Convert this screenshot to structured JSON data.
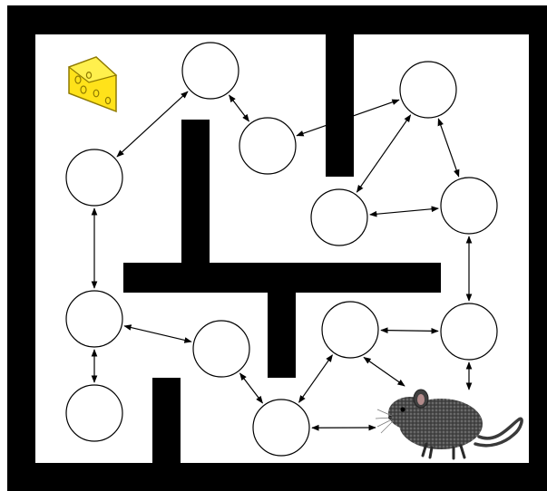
{
  "diagram": {
    "kind": "maze-graph",
    "colors": {
      "wall": "#000000",
      "background": "#ffffff",
      "node_fill": "#ffffff",
      "node_stroke": "#000000",
      "edge": "#000000",
      "cheese_fill": "#ffe21a",
      "cheese_stroke": "#b89b00",
      "mouse": "#3a3a3a"
    },
    "icons": {
      "goal": "cheese-icon",
      "start": "mouse-icon"
    },
    "nodes": [
      {
        "id": "n1"
      },
      {
        "id": "n2"
      },
      {
        "id": "n3"
      },
      {
        "id": "n4"
      },
      {
        "id": "n5"
      },
      {
        "id": "n6"
      },
      {
        "id": "n7"
      },
      {
        "id": "n8"
      },
      {
        "id": "n9"
      },
      {
        "id": "n10"
      },
      {
        "id": "n11"
      },
      {
        "id": "n12"
      },
      {
        "id": "n13"
      }
    ],
    "edges": [
      {
        "from": "n1",
        "to": "n2",
        "bidirectional": true
      },
      {
        "from": "n1",
        "to": "n3",
        "bidirectional": true
      },
      {
        "from": "n3",
        "to": "n4",
        "bidirectional": true
      },
      {
        "from": "n4",
        "to": "n5",
        "bidirectional": true
      },
      {
        "from": "n4",
        "to": "n6",
        "bidirectional": true
      },
      {
        "from": "n5",
        "to": "n6",
        "bidirectional": true
      },
      {
        "from": "n6",
        "to": "n11",
        "bidirectional": true
      },
      {
        "from": "n2",
        "to": "n7",
        "bidirectional": true
      },
      {
        "from": "n7",
        "to": "n8",
        "bidirectional": true
      },
      {
        "from": "n7",
        "to": "n9",
        "bidirectional": true
      },
      {
        "from": "n9",
        "to": "n12",
        "bidirectional": true
      },
      {
        "from": "n12",
        "to": "n10",
        "bidirectional": true
      },
      {
        "from": "n10",
        "to": "n11",
        "bidirectional": true
      },
      {
        "from": "n12",
        "to": "mouse",
        "bidirectional": true
      },
      {
        "from": "n10",
        "to": "mouse",
        "bidirectional": true
      },
      {
        "from": "n11",
        "to": "exit",
        "bidirectional": true
      }
    ]
  }
}
